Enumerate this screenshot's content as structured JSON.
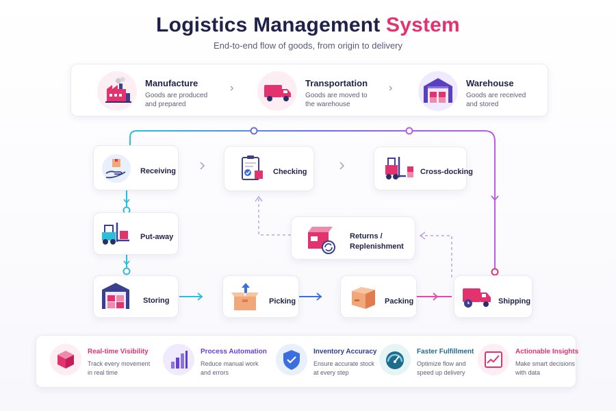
{
  "title": {
    "main": "Logistics Management",
    "accent": "System"
  },
  "subtitle": "End-to-end flow of goods, from origin to delivery",
  "stages": [
    {
      "title": "Manufacture",
      "desc": "Goods are produced and prepared",
      "icon": "factory-icon"
    },
    {
      "title": "Transportation",
      "desc": "Goods are moved to the warehouse",
      "icon": "truck-icon"
    },
    {
      "title": "Warehouse",
      "desc": "Goods are received and stored",
      "icon": "warehouse-icon"
    }
  ],
  "nodes": {
    "receiving": "Receiving",
    "checking": "Checking",
    "cross_docking": "Cross-docking",
    "put_away": "Put-away",
    "returns_line1": "Returns /",
    "returns_line2": "Replenishment",
    "storing": "Storing",
    "picking": "Picking",
    "packing": "Packing",
    "shipping": "Shipping"
  },
  "benefits": [
    {
      "title": "Real-time Visibility",
      "desc": "Track every movement in real time",
      "color": "#e2336f",
      "icon": "box-icon"
    },
    {
      "title": "Process Automation",
      "desc": "Reduce manual work and errors",
      "color": "#6a3fd6",
      "icon": "bar-chart-icon"
    },
    {
      "title": "Inventory Accuracy",
      "desc": "Ensure accurate stock at every step",
      "color": "#2a3c8c",
      "icon": "shield-check-icon"
    },
    {
      "title": "Faster Fulfillment",
      "desc": "Optimize flow and speed up delivery",
      "color": "#1f6b8c",
      "icon": "gauge-icon"
    },
    {
      "title": "Actionable Insights",
      "desc": "Make smart decisions with data",
      "color": "#e2336f",
      "icon": "line-chart-icon"
    }
  ],
  "colors": {
    "accent_pink": "#e2336f",
    "navy": "#1f2148",
    "purple": "#a95fe0",
    "cyan": "#2bbfd9",
    "blue": "#3b6fe0"
  }
}
